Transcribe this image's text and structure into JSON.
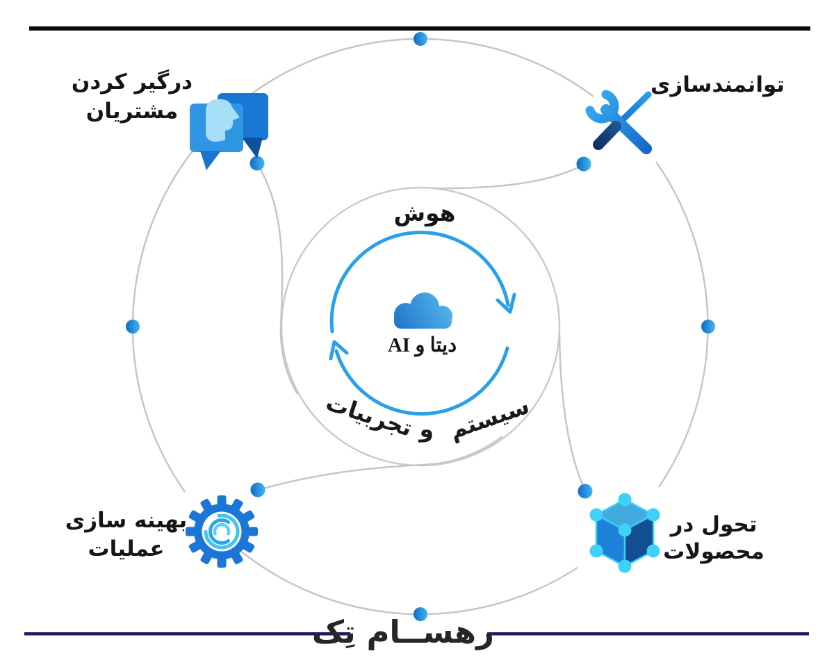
{
  "diagram": {
    "center": {
      "top_label": "هوش",
      "cloud_label": "دیتا و AI",
      "arc_text_full": "سیستم و تجربیات",
      "arc_words": {
        "w1": "سیستم",
        "w2": "و",
        "w3": "تجربیات"
      },
      "center_icon": "cloud-icon",
      "cycle_icon": "circular-arrows-icon"
    },
    "quadrants": {
      "top_left": {
        "line1": "درگیر کردن",
        "line2": "مشتریان",
        "icon": "chat-bubbles-icon"
      },
      "top_right": {
        "line1": "توانمندسازی",
        "line2": "",
        "icon": "wrench-screwdriver-icon"
      },
      "bottom_left": {
        "line1": "بهینه سازی",
        "line2": "عملیات",
        "icon": "gear-swirl-icon"
      },
      "bottom_right": {
        "line1": "تحول در",
        "line2": "محصولات",
        "icon": "cube-network-icon"
      }
    }
  },
  "footer": {
    "logo_text": "رهســام تِک"
  },
  "colors": {
    "top_rule": "#0a0a0a",
    "footer_rule": "#221b5e",
    "gray_line": "#c6c6c6",
    "accent_cycle_blue": "#2aa0e7",
    "mid_blue": "#1b76d8",
    "bubble_blue": "#2f96e4",
    "dark_navy": "#124e90",
    "light_cyan": "#3ed2f8",
    "face_light_blue": "#a8def8",
    "text": "#151515"
  }
}
